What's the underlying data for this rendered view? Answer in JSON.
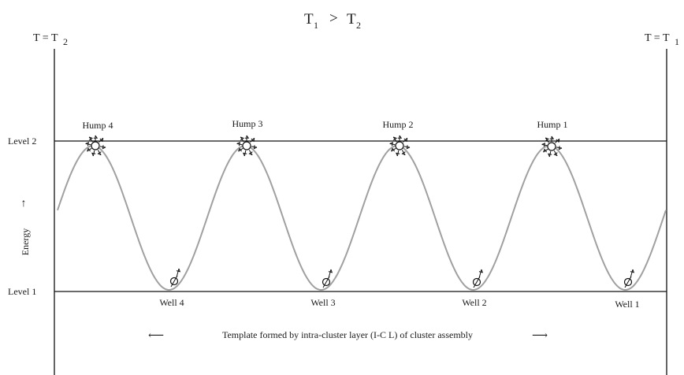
{
  "header": {
    "comparison": {
      "left_base": "T",
      "left_sub": "1",
      "operator": ">",
      "right_base": "T",
      "right_sub": "2"
    }
  },
  "boundaries": {
    "left": {
      "base": "T = T",
      "sub": "2"
    },
    "right": {
      "base": "T = T",
      "sub": "1"
    }
  },
  "levels": {
    "level2": "Level 2",
    "level1": "Level 1"
  },
  "axis": {
    "label": "Energy",
    "arrow": "↑"
  },
  "humps": [
    {
      "label": "Hump 4"
    },
    {
      "label": "Hump 3"
    },
    {
      "label": "Hump 2"
    },
    {
      "label": "Hump 1"
    }
  ],
  "wells": [
    {
      "label": "Well 4"
    },
    {
      "label": "Well 3"
    },
    {
      "label": "Well 2"
    },
    {
      "label": "Well 1"
    }
  ],
  "caption": {
    "left_arrow": "⟵",
    "text": "Template formed by intra-cluster layer (I-C L) of cluster assembly",
    "right_arrow": "⟶"
  },
  "colors": {
    "wave": "#a0a0a0",
    "lines": "#111111",
    "text": "#1a1a1a"
  }
}
